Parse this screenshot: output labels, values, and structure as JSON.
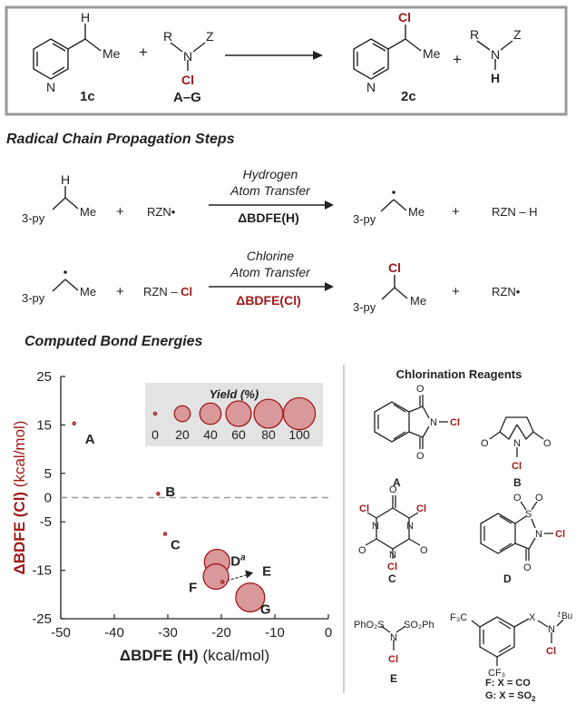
{
  "scheme": {
    "reactant1_label": "1c",
    "reactant2_label": "A–G",
    "product1_label": "2c",
    "atom_H": "H",
    "atom_Me": "Me",
    "atom_N": "N",
    "atom_R": "R",
    "atom_Z": "Z",
    "atom_Cl": "Cl",
    "plus": "+"
  },
  "propagation": {
    "heading": "Radical Chain Propagation Steps",
    "step1": {
      "line1": "Hydrogen",
      "line2": "Atom Transfer",
      "energy": "ΔBDFE(H)",
      "substrate_left": "3-py",
      "substrate_right": "Me",
      "substrate_H": "H",
      "reagent": "RZN•",
      "product_left": "3-py",
      "product_right": "Me",
      "byproduct": "RZN – H"
    },
    "step2": {
      "line1": "Chlorine",
      "line2": "Atom Transfer",
      "energy": "ΔBDFE(Cl)",
      "substrate_left": "3-py",
      "substrate_right": "Me",
      "reagent": "RZN – Cl",
      "product_left": "3-py",
      "product_right": "Me",
      "product_Cl": "Cl",
      "byproduct": "RZN•"
    }
  },
  "energies_heading": "Computed Bond Energies",
  "chart_data": {
    "type": "scatter",
    "xlabel": "ΔBDFE (H) (kcal/mol)",
    "ylabel": "ΔBDFE (Cl) (kcal/mol)",
    "xlim": [
      -50,
      0
    ],
    "ylim": [
      -25,
      25
    ],
    "x_ticks": [
      -50,
      -40,
      -30,
      -20,
      -10,
      0
    ],
    "y_ticks": [
      25,
      15,
      5,
      0,
      -5,
      -15,
      -25
    ],
    "reference_line_y": 0,
    "color": "#a01818",
    "fill": "#d9999b",
    "points": [
      {
        "label": "A",
        "x": -47.5,
        "y": 15.3,
        "yield": 0
      },
      {
        "label": "B",
        "x": -31.8,
        "y": 0.8,
        "yield": 0
      },
      {
        "label": "C",
        "x": -30.5,
        "y": -7.5,
        "yield": 0
      },
      {
        "label": "D",
        "label_sup": "a",
        "x": -20.8,
        "y": -13.3,
        "yield": 60
      },
      {
        "label": "F",
        "x": -21.0,
        "y": -16.3,
        "yield": 60
      },
      {
        "label": "E",
        "x": -19.8,
        "y": -17.4,
        "yield": 0
      },
      {
        "label": "G",
        "x": -14.6,
        "y": -20.6,
        "yield": 80
      }
    ],
    "legend": {
      "title": "Yield (%)",
      "values": [
        0,
        20,
        40,
        60,
        80,
        100
      ]
    }
  },
  "reagents": {
    "heading": "Chlorination Reagents",
    "labels": [
      "A",
      "B",
      "C",
      "D",
      "E"
    ],
    "label_F": "F: X = CO",
    "label_G": "G: X = SO",
    "label_G_sub": "2",
    "atoms": {
      "O": "O",
      "N": "N",
      "Cl": "Cl",
      "S": "S",
      "X": "X",
      "F3C": "F₃C",
      "CF3": "CF₃",
      "tBu_t": "t",
      "tBu_Bu": "Bu",
      "PhO2S": "PhO₂S",
      "SO2Ph": "SO₂Ph"
    }
  }
}
